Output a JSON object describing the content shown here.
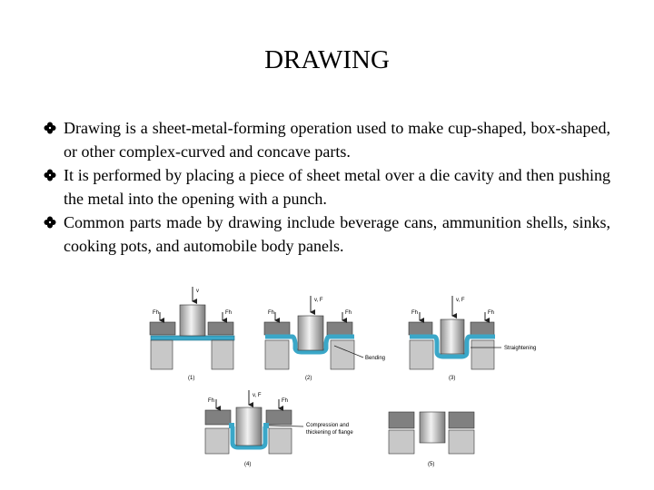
{
  "title": "DRAWING",
  "bullets": [
    "Drawing is a sheet-metal-forming operation used to make cup-shaped, box-shaped, or other complex-curved and concave parts.",
    "It is performed by placing a piece of sheet metal over a die cavity and then pushing the metal into the opening with a punch.",
    "Common parts made by drawing include beverage cans, ammunition shells, sinks, cooking pots, and automobile body panels."
  ],
  "figure": {
    "stages": [
      {
        "number": "(1)",
        "force_top": "v",
        "force_left": "Fh",
        "force_right": "Fh"
      },
      {
        "number": "(2)",
        "force_top": "v, F",
        "force_left": "Fh",
        "force_right": "Fh"
      },
      {
        "number": "(3)",
        "force_top": "v, F",
        "force_left": "Fh",
        "force_right": "Fh"
      },
      {
        "number": "(4)",
        "force_top": "v, F",
        "force_left": "Fh",
        "force_right": "Fh"
      },
      {
        "number": "(5)"
      }
    ],
    "annotations": {
      "bending": "Bending",
      "straightening": "Straightening",
      "compression_line1": "Compression and",
      "compression_line2": "thickening of flange"
    }
  }
}
